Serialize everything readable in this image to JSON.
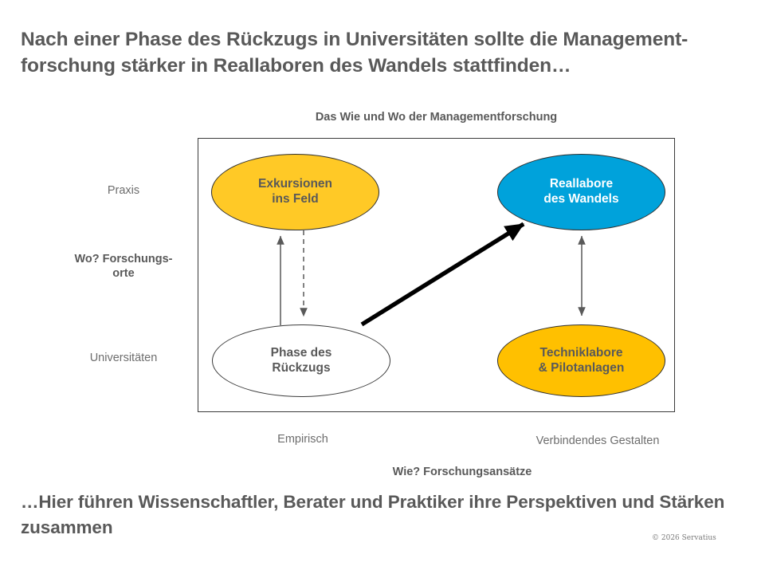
{
  "slide": {
    "headline": "Nach einer Phase des Rückzugs in Universitäten sollte die Management-forschung stärker in Reallaboren des Wandels stattfinden…",
    "closing": "…Hier führen Wissenschaftler, Berater und Praktiker ihre Perspektiven und Stärken zusammen",
    "copyright": "© 2026 Servatius"
  },
  "diagram": {
    "title": "Das Wie und Wo der Managementforschung",
    "nodes": [
      {
        "id": "excursions",
        "line1": "Exkursionen",
        "line2": "ins Feld",
        "fill": "#FFC926",
        "text_color": "#595959"
      },
      {
        "id": "reallabore",
        "line1": "Reallabore",
        "line2": "des Wandels",
        "fill": "#00A2DB",
        "text_color": "#FFFFFF"
      },
      {
        "id": "rueckzug",
        "line1": "Phase des",
        "line2": "Rückzugs",
        "fill": "#FFFFFF",
        "text_color": "#595959"
      },
      {
        "id": "techniklabore",
        "line1": "Techniklabore",
        "line2": "& Pilotanlagen",
        "fill": "#FFC000",
        "text_color": "#595959"
      }
    ],
    "axes": {
      "y_top": "Praxis",
      "y_middle": "Wo?\nForschungs-\norte",
      "y_middle_line1": "Wo?",
      "y_middle_line2": "Forschungs-",
      "y_middle_line3": "orte",
      "y_bottom": "Universitäten",
      "x_left": "Empirisch",
      "x_right": "Verbindendes Gestalten",
      "x_caption": "Wie? Forschungsansätze"
    },
    "connectors": [
      {
        "id": "solid-up-left",
        "style": "solid",
        "heads": "single",
        "color": "#595959"
      },
      {
        "id": "dashed-down-left",
        "style": "dashed",
        "heads": "single",
        "color": "#595959"
      },
      {
        "id": "double-right",
        "style": "solid",
        "heads": "double",
        "color": "#595959"
      },
      {
        "id": "diagonal-main",
        "style": "solid",
        "heads": "single",
        "color": "#000000"
      }
    ]
  }
}
